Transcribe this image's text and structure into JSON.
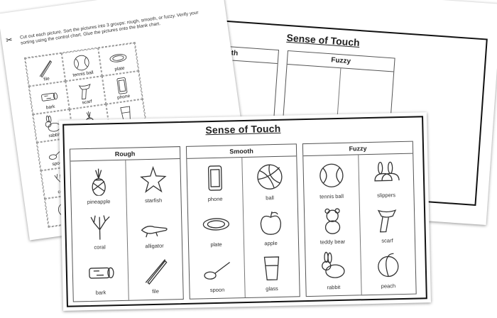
{
  "back_sheet": {
    "title": "Sense of Touch",
    "groups": [
      "Smooth",
      "Fuzzy"
    ]
  },
  "cut_sheet": {
    "instructions": "Cut out each picture. Sort the pictures into 3 groups: rough, smooth, or fuzzy. Verify your sorting using the control chart. Glue the pictures onto the blank chart.",
    "labels": [
      "file",
      "tennis ball",
      "plate",
      "bark",
      "scarf",
      "phone",
      "rabbit",
      "",
      "",
      "spoon",
      "",
      "",
      "cora",
      "",
      "",
      "peac",
      "",
      ""
    ]
  },
  "front_sheet": {
    "title": "Sense of Touch",
    "groups": [
      {
        "heading": "Rough",
        "items": [
          "pineapple",
          "starfish",
          "coral",
          "alligator",
          "bark",
          "file"
        ]
      },
      {
        "heading": "Smooth",
        "items": [
          "phone",
          "ball",
          "plate",
          "apple",
          "spoon",
          "glass"
        ]
      },
      {
        "heading": "Fuzzy",
        "items": [
          "tennis ball",
          "slippers",
          "teddy bear",
          "scarf",
          "rabbit",
          "peach"
        ]
      }
    ]
  }
}
